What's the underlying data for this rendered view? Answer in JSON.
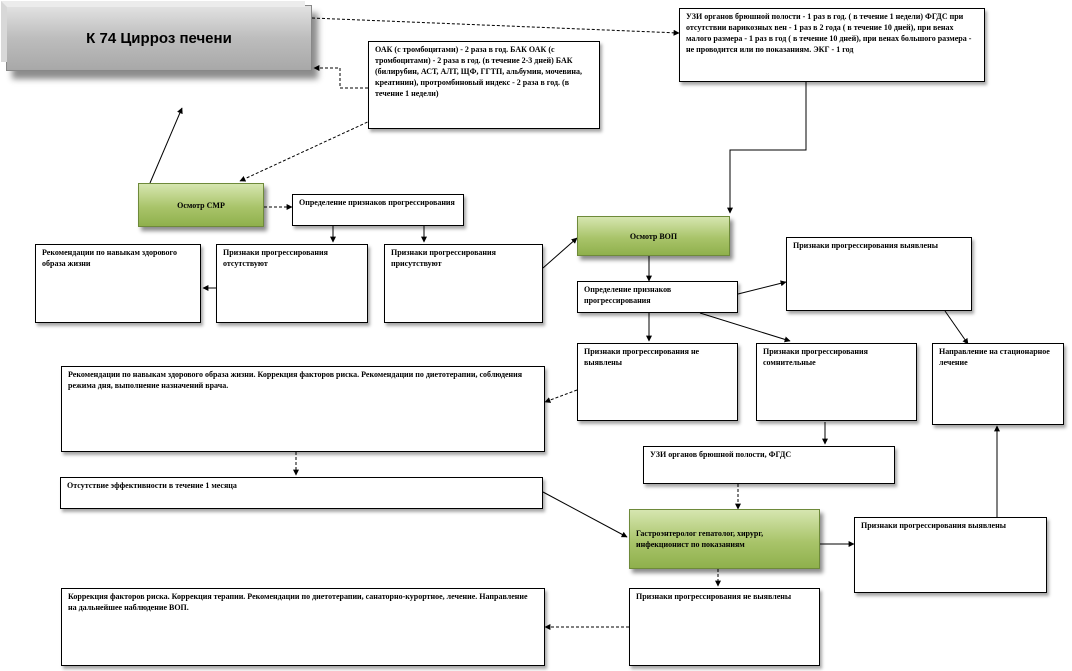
{
  "title": "К 74 Цирроз печени",
  "nodes": {
    "uzi_top": "УЗИ      органов брюшной полости - 1 раз в год. ( в течение 1 недели) ФГДС при отсутствии варикозных  вен - 1 раз в 2 года ( в течение 10 дней),  при венах малого размера - 1 раз в год ( в течение 10 дней), при венах большого размера - не проводится или по показаниям. ЭКГ - 1 год",
    "oak": "ОАК (с    тромбоцитами) - 2 раза в год. БАК ОАК (с    тромбоцитами) - 2 раза в год. (в течение 2-3 дней) БАК (билирубин, АСТ, АЛТ, ЩФ, ГГТП, альбумин, мочевина, креатинин), протромбиновый индекс - 2 раза в год. (в течение 1 недели)",
    "osmotr_smr": "Осмотр СМР",
    "opr_smr": "Определение признаков прогрессирования",
    "rek_zozh": "Рекомендации по навыкам здорового образа жизни",
    "prizn_otsut": "Признаки прогрессирования отсутствуют",
    "prizn_prisut": "Признаки прогрессирования присутствуют",
    "osmotr_vop": "Осмотр ВОП",
    "opr_vop": "Определение признаков прогрессирования",
    "vyyavleny_top": "Признаки прогрессирования выявлены",
    "ne_vyyavleny": "Признаки прогрессирования не выявлены",
    "somnitelnye": "Признаки прогрессирования сомнительные",
    "napravlenie": "Направление на стационарное лечение",
    "rek_long": "Рекомендации по навыкам здорового образа жизни. Коррекция факторов риска. Рекомендации по диетотерапии, соблюдения режима дня, выполнение назначений врача.",
    "uzi_fgds": "УЗИ органов брюшной полости, ФГДС",
    "otsut_eff": "Отсутствие эффективности в течение 1 месяца",
    "specialists": "Гастроэнтеролог гепатолог, хирург, инфекционист по показаниям",
    "vyyavleny_bottom": "Признаки прогрессирования выявлены",
    "korrekciya": "Коррекция факторов риска.  Коррекция терапии.  Рекомендации по диетотерапии, санаторно-курортное, лечение. Направление на дальнейшее наблюдение ВОП.",
    "ne_vyyavleny_bottom": "Признаки прогрессирования не выявлены"
  }
}
